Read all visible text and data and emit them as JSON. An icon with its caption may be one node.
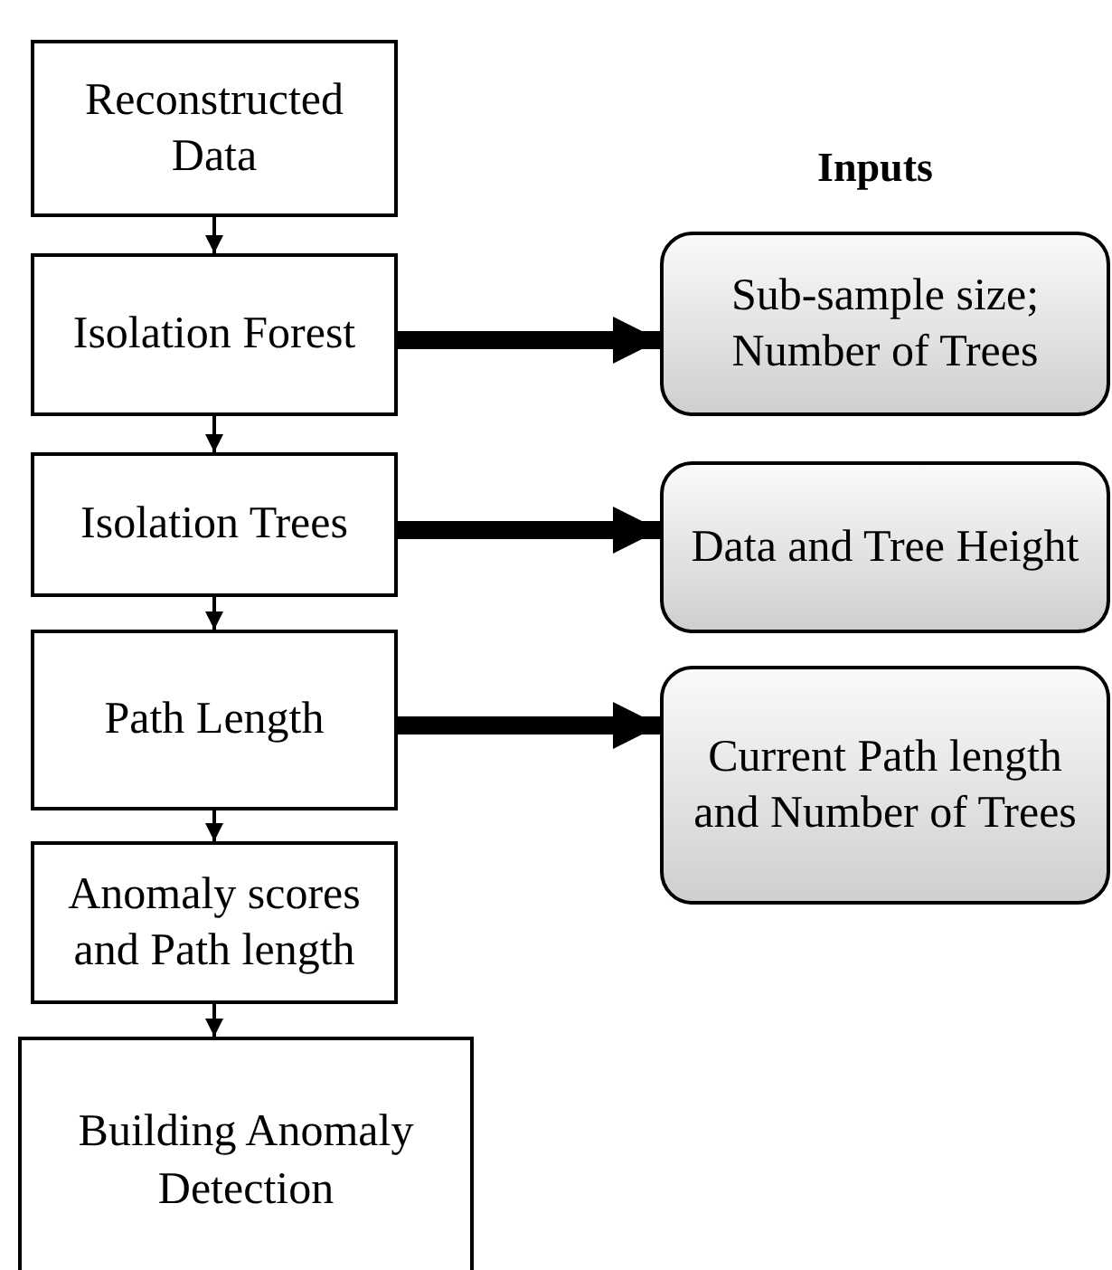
{
  "diagram": {
    "nodes": [
      {
        "text": [
          "Reconstructed Data"
        ]
      },
      {
        "text": [
          "Isolation Forest"
        ]
      },
      {
        "text": [
          "Isolation Trees"
        ]
      },
      {
        "text": [
          "Path Length"
        ]
      },
      {
        "text": [
          "Anomaly scores and Path length"
        ]
      },
      {
        "text": [
          "Building Anomaly Detection"
        ]
      },
      {
        "text": [
          "Sub-sample size; Number of Trees"
        ]
      },
      {
        "text": [
          "Data and Tree Height"
        ]
      },
      {
        "text": [
          "Current Path length and Number of Trees"
        ]
      }
    ],
    "edges": [
      {
        "from": 0,
        "to": 1,
        "arrow": "to"
      },
      {
        "from": 1,
        "to": 2,
        "arrow": "to"
      },
      {
        "from": 2,
        "to": 3,
        "arrow": "to"
      },
      {
        "from": 3,
        "to": 4,
        "arrow": "to"
      },
      {
        "from": 4,
        "to": 5,
        "arrow": "to"
      },
      {
        "from": 1,
        "to": 6,
        "arrow": "to",
        "style": "thick"
      },
      {
        "from": 2,
        "to": 7,
        "arrow": "to",
        "style": "thick"
      },
      {
        "from": 3,
        "to": 8,
        "arrow": "to",
        "style": "thick"
      }
    ],
    "labels": [
      "Inputs"
    ]
  }
}
